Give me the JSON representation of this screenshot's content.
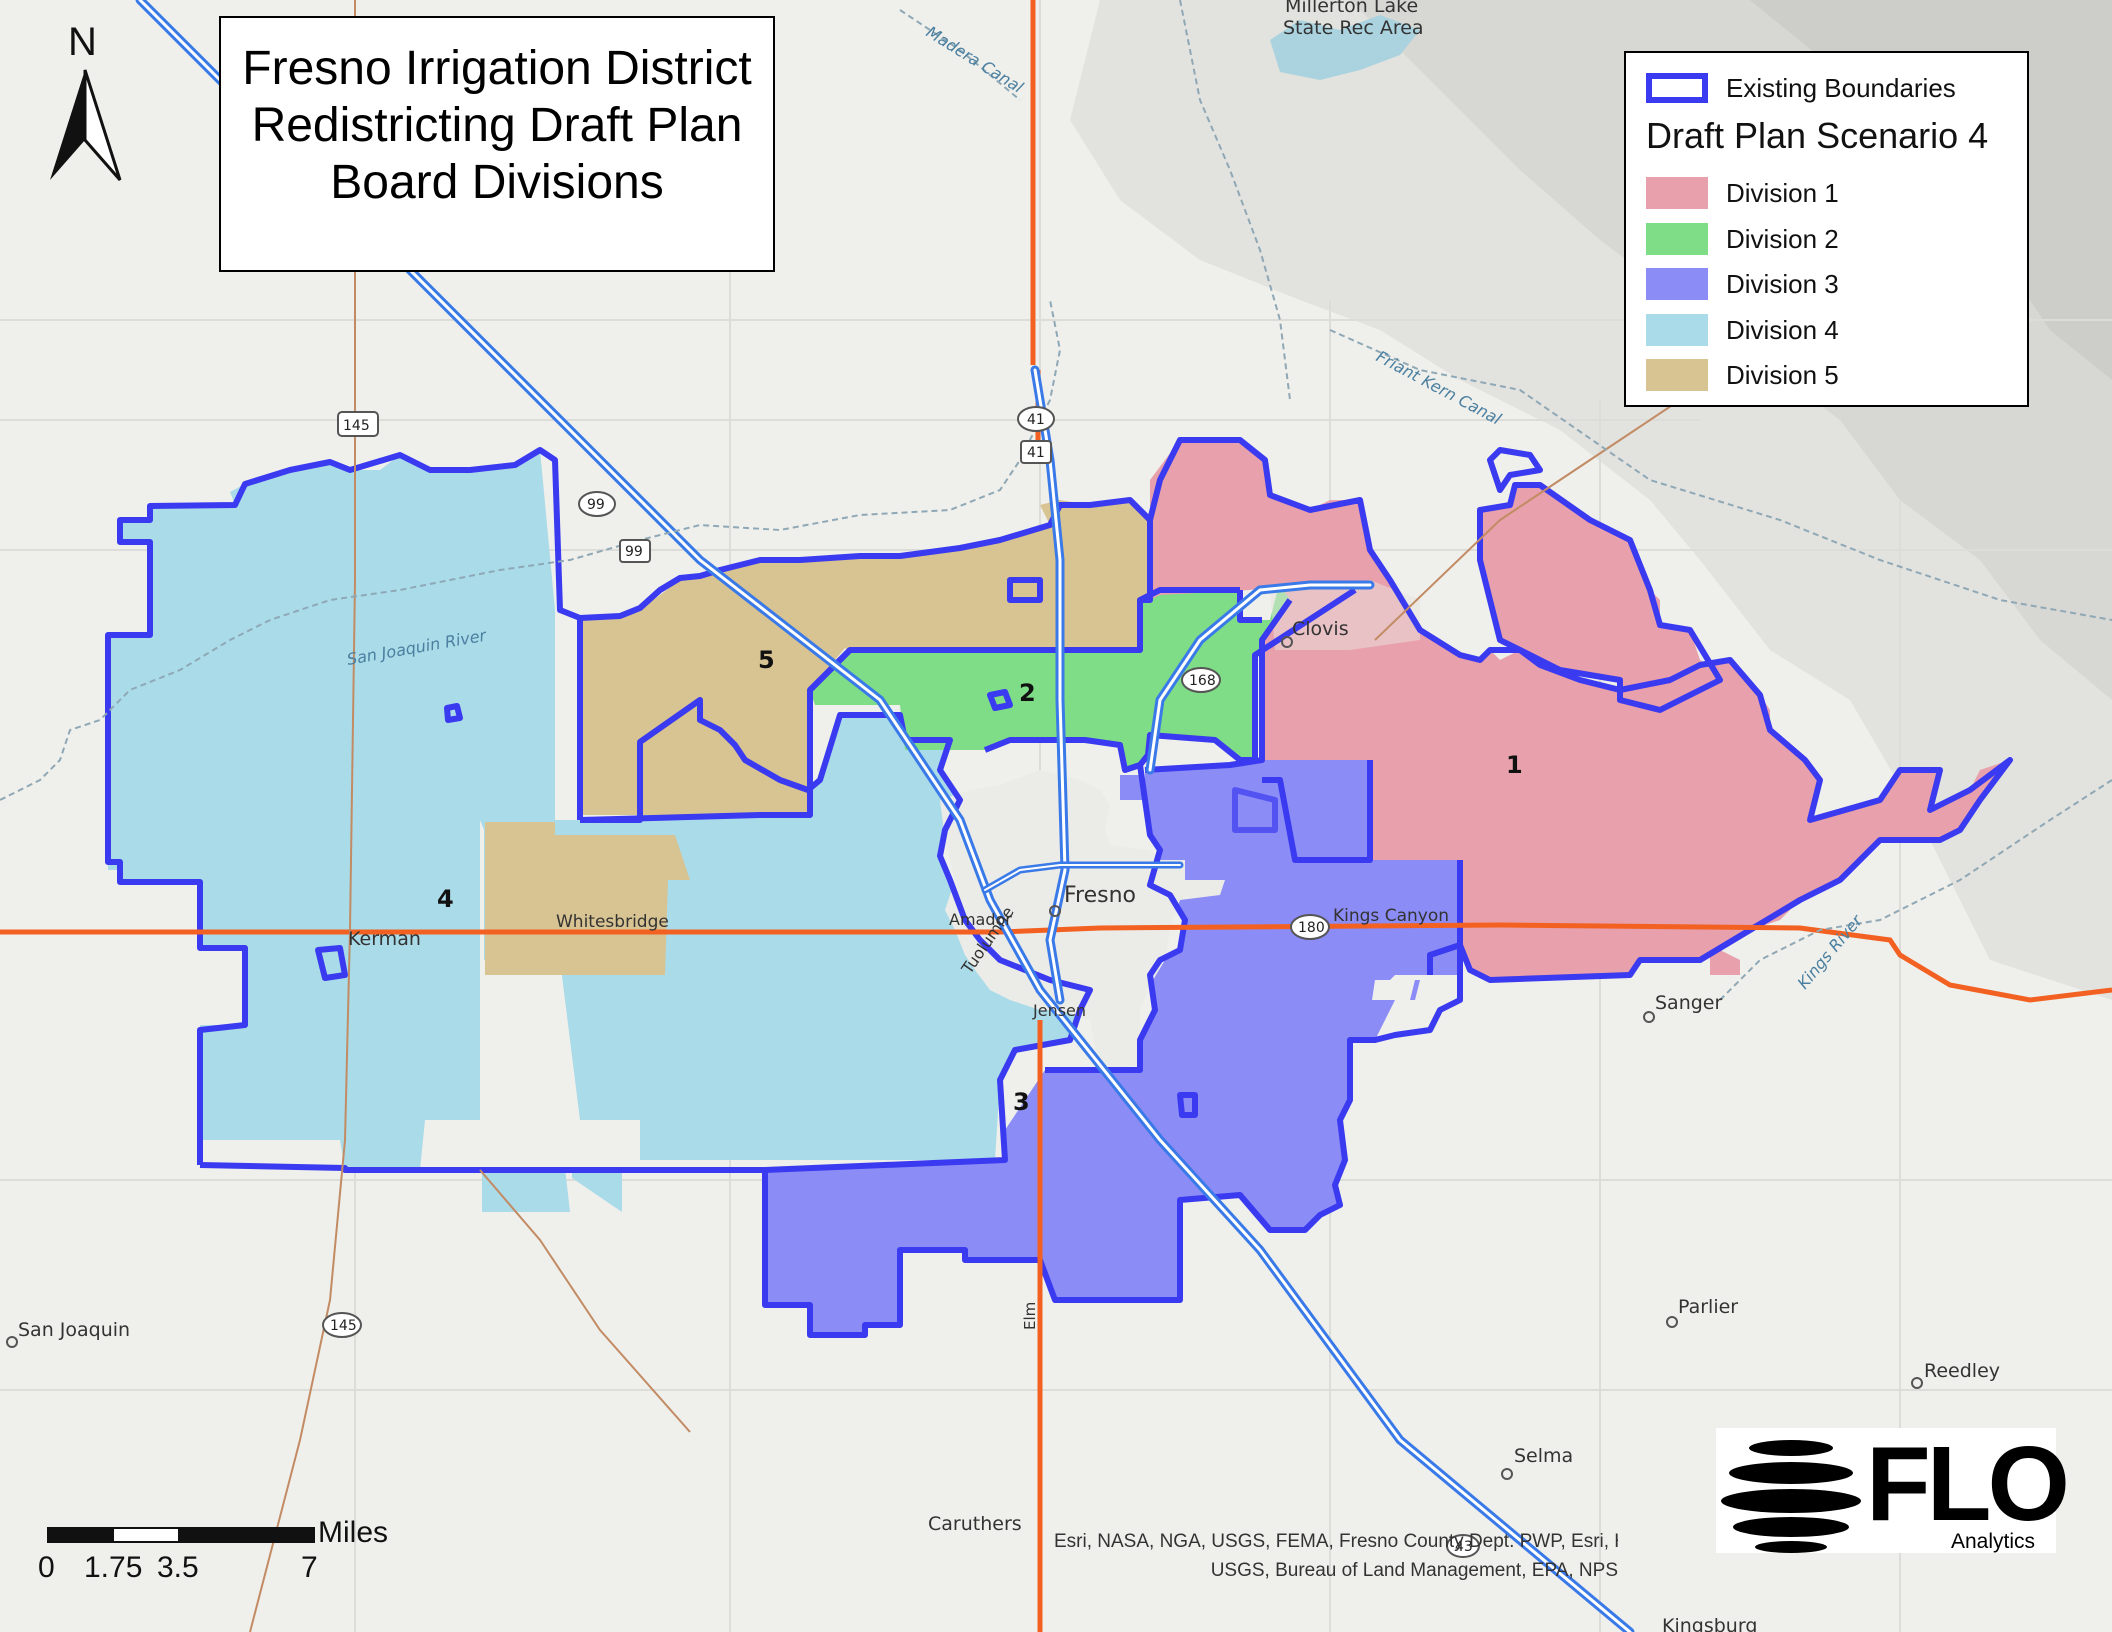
{
  "title": {
    "line1": "Fresno Irrigation District",
    "line2": "Redistricting Draft Plan",
    "line3": "Board Divisions"
  },
  "north_arrow": {
    "label": "N"
  },
  "legend": {
    "existing_label": "Existing Boundaries",
    "heading": "Draft Plan Scenario 4",
    "items": [
      {
        "label": "Division 1",
        "color": "#e8a0ac"
      },
      {
        "label": "Division 2",
        "color": "#7fdd88"
      },
      {
        "label": "Division 3",
        "color": "#8c8cf6"
      },
      {
        "label": "Division 4",
        "color": "#aadbe9"
      },
      {
        "label": "Division 5",
        "color": "#d8c392"
      }
    ],
    "boundary_color": "#3a3af0"
  },
  "division_numbers": [
    "1",
    "2",
    "3",
    "4",
    "5"
  ],
  "places": {
    "fresno": "Fresno",
    "clovis": "Clovis",
    "sanger": "Sanger",
    "kerman": "Kerman",
    "whitesbridge": "Whitesbridge",
    "kings_canyon": "Kings Canyon",
    "parlier": "Parlier",
    "reedley": "Reedley",
    "selma": "Selma",
    "caruthers": "Caruthers",
    "san_joaquin": "San Joaquin",
    "kingsburg": "Kingsburg",
    "millerton_1": "Millerton Lake",
    "millerton_2": "State Rec Area",
    "amador": "Amador",
    "tuolumne": "Tuolumne",
    "jensen": "Jensen",
    "elm": "Elm"
  },
  "waterways": {
    "madera_canal": "Madera Canal",
    "friant_kern": "Friant Kern Canal",
    "san_joaquin_river": "San Joaquin River",
    "kings_river": "Kings River"
  },
  "shields": [
    "145",
    "99",
    "99",
    "41",
    "41",
    "168",
    "180",
    "145",
    "43"
  ],
  "scale": {
    "unit": "Miles",
    "ticks": [
      "0",
      "1.75",
      "3.5",
      "7"
    ]
  },
  "attribution": {
    "line1": "Esri, NASA, NGA, USGS, FEMA, Fresno County Dept. PWP, Esri, HERE, Ga",
    "line2": "USGS, Bureau of Land Management, EPA, NPS"
  },
  "logo": {
    "name": "FLO",
    "sub": "Analytics"
  }
}
